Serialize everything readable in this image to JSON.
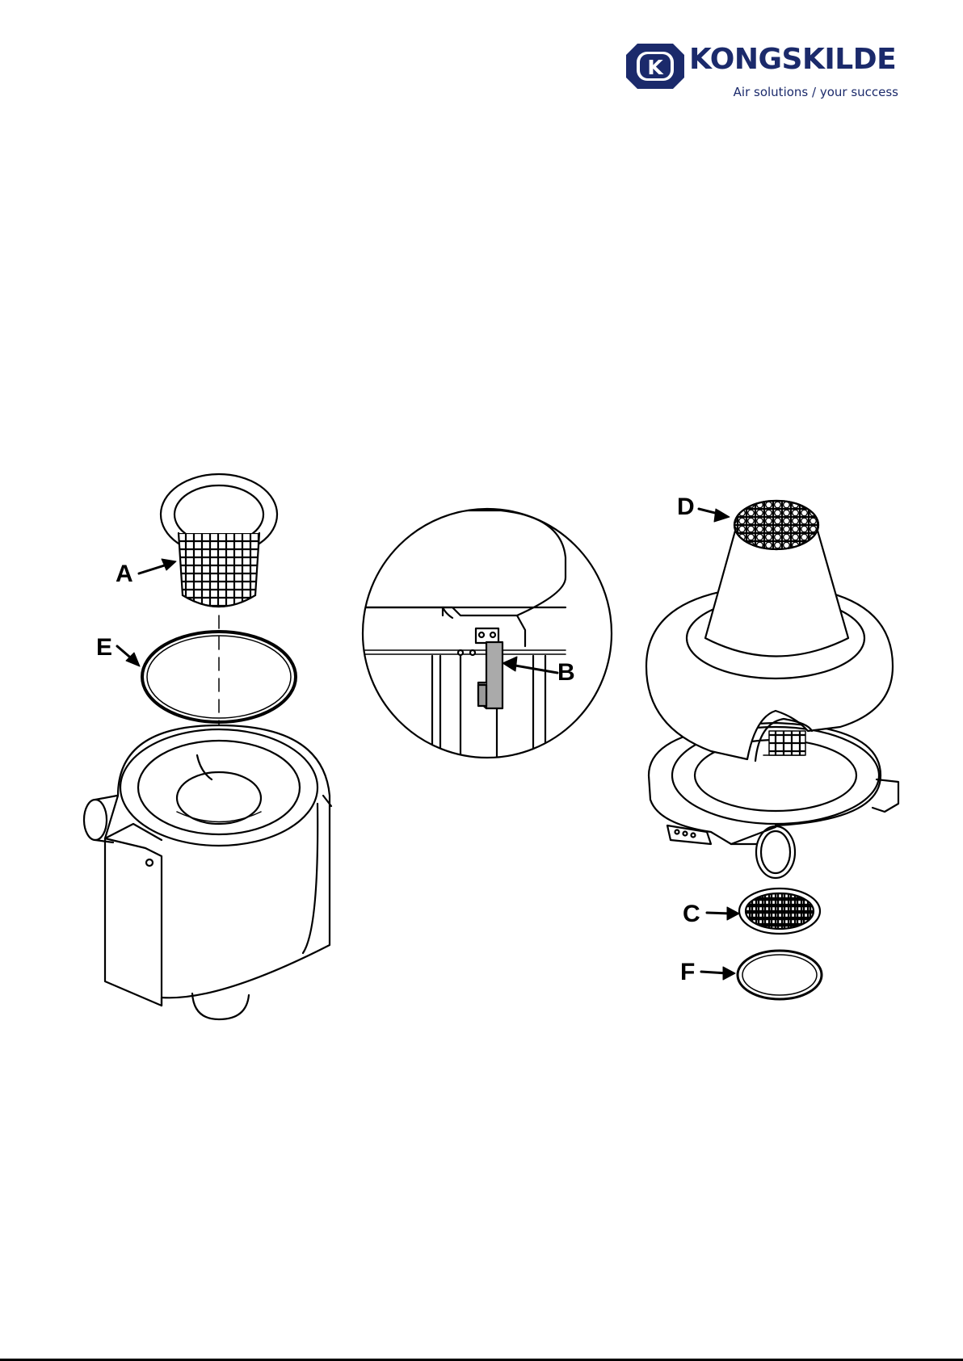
{
  "brand": {
    "name": "KONGSKILDE",
    "badge_letter": "K",
    "tagline": "Air solutions / your success",
    "color": "#1b2a6b"
  },
  "figure": {
    "labels": {
      "a": "A",
      "b": "B",
      "c": "C",
      "d": "D",
      "e": "E",
      "f": "F"
    }
  }
}
